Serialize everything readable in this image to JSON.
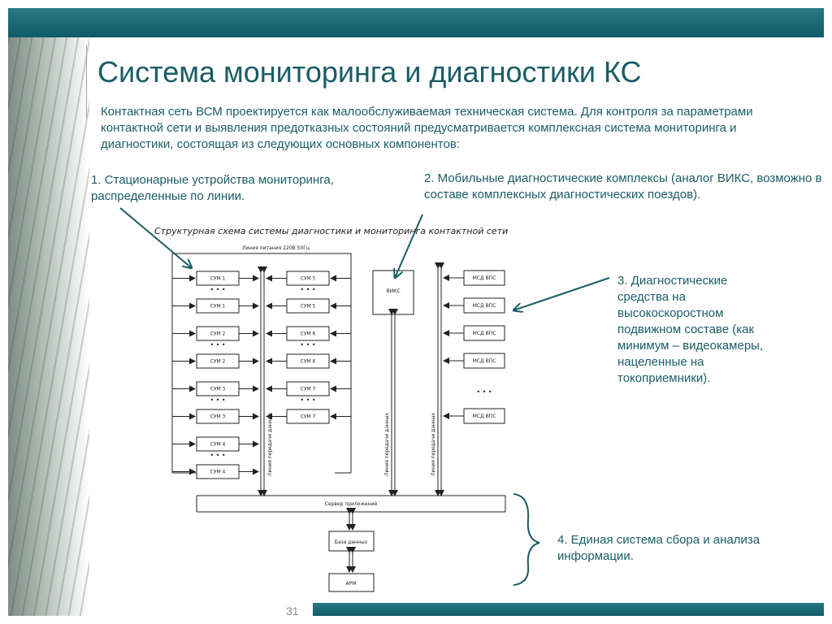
{
  "slide": {
    "title": "Система мониторинга и диагностики КС",
    "intro": "Контактная сеть ВСМ проектируется как малообслуживаемая техническая система. Для контроля за параметрами контактной сети и выявления предотказных состояний предусматривается комплексная система мониторинга и диагностики, состоящая из следующих основных компонентов:",
    "page_number": "31",
    "accent_color": "#1a5d66",
    "bar_color": "#1b6a78"
  },
  "notes": {
    "n1": "1. Стационарные устройства мониторинга, распределенные по линии.",
    "n2": "2. Мобильные диагностические комплексы (аналог ВИКС, возможно в составе комплексных диагностических поездов).",
    "n3": "3. Диагностические средства на высокоскоростном подвижном составе (как минимум – видеокамеры, нацеленные на токоприемники).",
    "n4": "4. Единая система сбора и анализа информации."
  },
  "diagram": {
    "title": "Структурная схема системы диагностики и мониторинга контактной сети",
    "power_line": "Линия питания 220В 50Гц",
    "svm_left": [
      "СУМ 1",
      "СУМ 1",
      "СУМ 2",
      "СУМ 2",
      "СУМ 3",
      "СУМ 3",
      "СУМ 4",
      "СУМ 4"
    ],
    "svm_right": [
      "СУМ 5",
      "СУМ 5",
      "СУМ 6",
      "СУМ 6",
      "СУМ 7",
      "СУМ 7"
    ],
    "viks": "ВИКС",
    "mdvps": [
      "МСД ВПС",
      "МСД ВПС",
      "МСД ВПС",
      "МСД ВПС",
      "МСД ВПС"
    ],
    "dots": "• • •",
    "vline_1": "Линия передачи данных",
    "vline_2": "Линия передачи данных",
    "vline_3": "Линия передачи данных",
    "server": "Сервер приложений",
    "database": "База данных",
    "arm": "АРМ"
  }
}
